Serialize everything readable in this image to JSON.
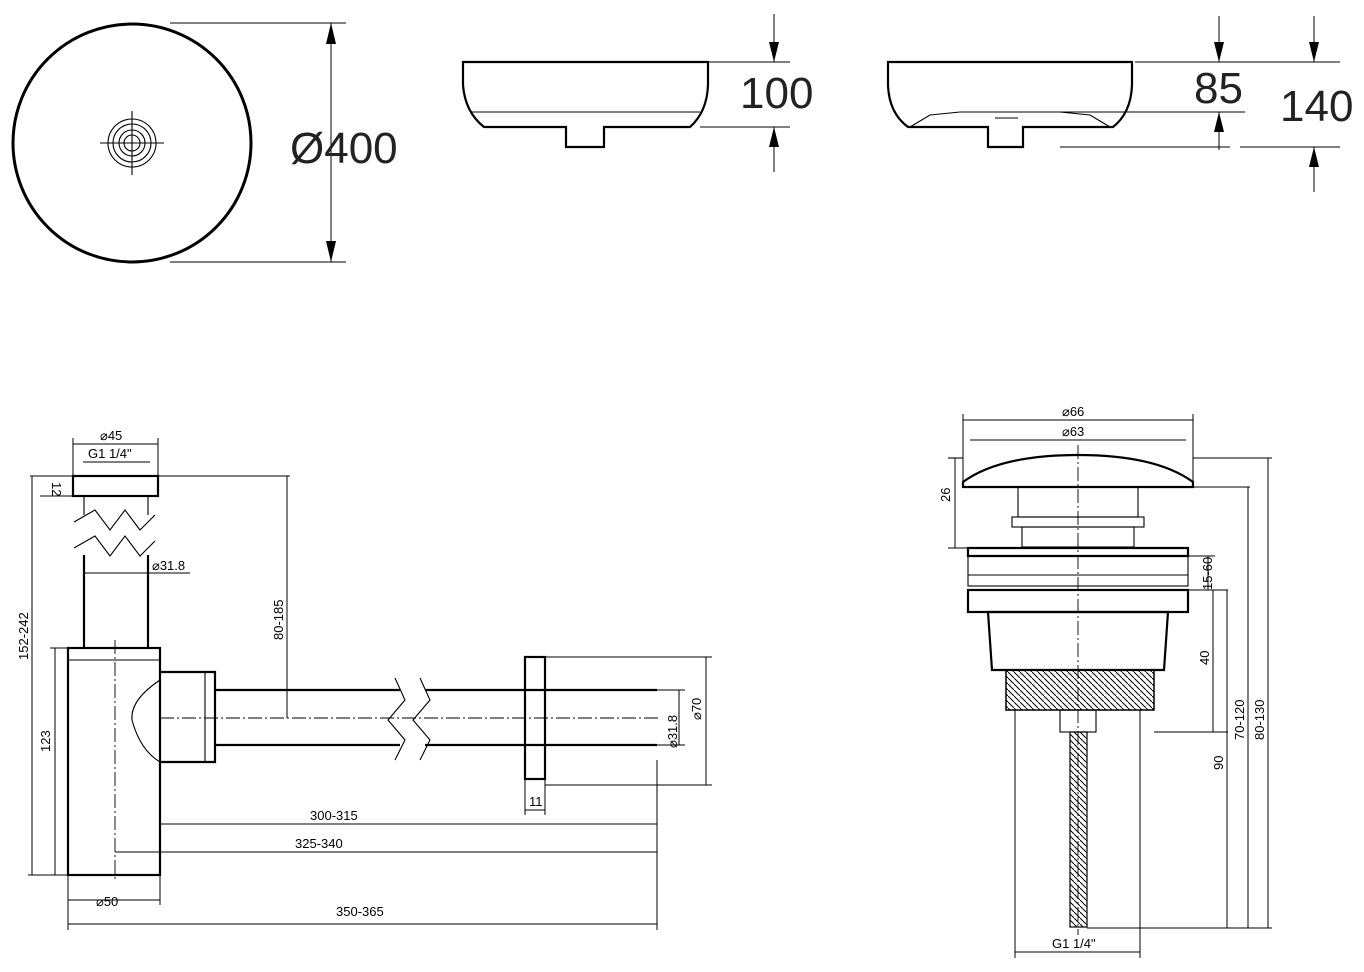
{
  "basin": {
    "diameter": "Ø400",
    "bowl_depth": "100",
    "inner_depth": "85",
    "total_height": "140"
  },
  "siphon": {
    "top_diameter": "⌀45",
    "top_thread": "G1 1/4\"",
    "cap_height": "12",
    "tube_diameter": "⌀31.8",
    "total_height": "152-242",
    "body_height": "123",
    "inlet_height": "80-185",
    "outlet_diameter": "⌀31.8",
    "flange_diameter": "⌀70",
    "flange_thickness": "11",
    "length_1": "300-315",
    "length_2": "325-340",
    "length_3": "350-365",
    "body_diameter": "⌀50"
  },
  "drain": {
    "cap_diameter": "⌀66",
    "inner_diameter": "⌀63",
    "cap_height": "26",
    "adjust_range": "15-60",
    "body_height": "40",
    "stem_height": "90",
    "range_1": "70-120",
    "range_2": "80-130",
    "thread": "G1 1/4\""
  }
}
